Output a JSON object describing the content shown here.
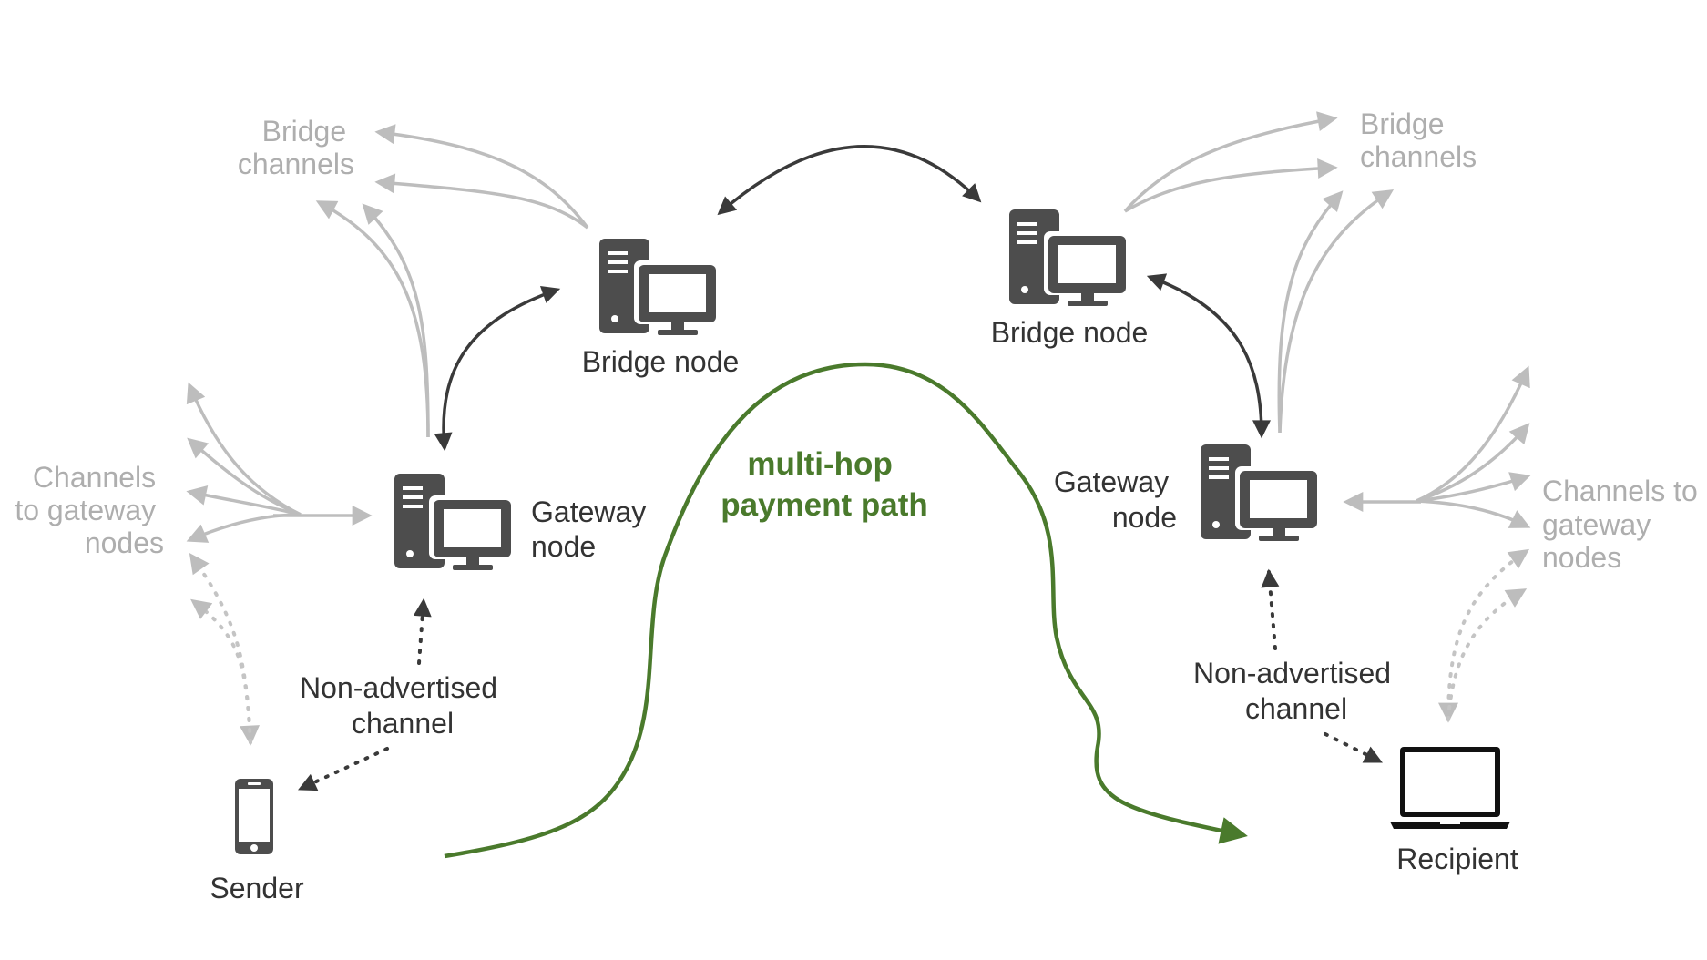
{
  "nodes": {
    "bridge_left": {
      "label": "Bridge node"
    },
    "bridge_right": {
      "label": "Bridge node"
    },
    "gateway_left": {
      "label_line1": "Gateway",
      "label_line2": "node"
    },
    "gateway_right": {
      "label_line1": "Gateway",
      "label_line2": "node"
    },
    "sender": {
      "label": "Sender",
      "icon": "smartphone-icon"
    },
    "recipient": {
      "label": "Recipient",
      "icon": "laptop-icon"
    }
  },
  "labels": {
    "bridge_channels_left": {
      "line1": "Bridge",
      "line2": "channels"
    },
    "bridge_channels_right": {
      "line1": "Bridge",
      "line2": "channels"
    },
    "gateway_channels_left": {
      "line1": "Channels",
      "line2": "to gateway",
      "line3": "nodes"
    },
    "gateway_channels_right": {
      "line1": "Channels to",
      "line2": "gateway",
      "line3": "nodes"
    },
    "non_advertised_left": {
      "line1": "Non-advertised",
      "line2": "channel"
    },
    "non_advertised_right": {
      "line1": "Non-advertised",
      "line2": "channel"
    },
    "payment_path": {
      "line1": "multi-hop",
      "line2": "payment path"
    }
  },
  "colors": {
    "node": "#4d4d4d",
    "grey_text": "#aeaeae",
    "dark_text": "#333333",
    "green_path": "#4a7a2c"
  }
}
